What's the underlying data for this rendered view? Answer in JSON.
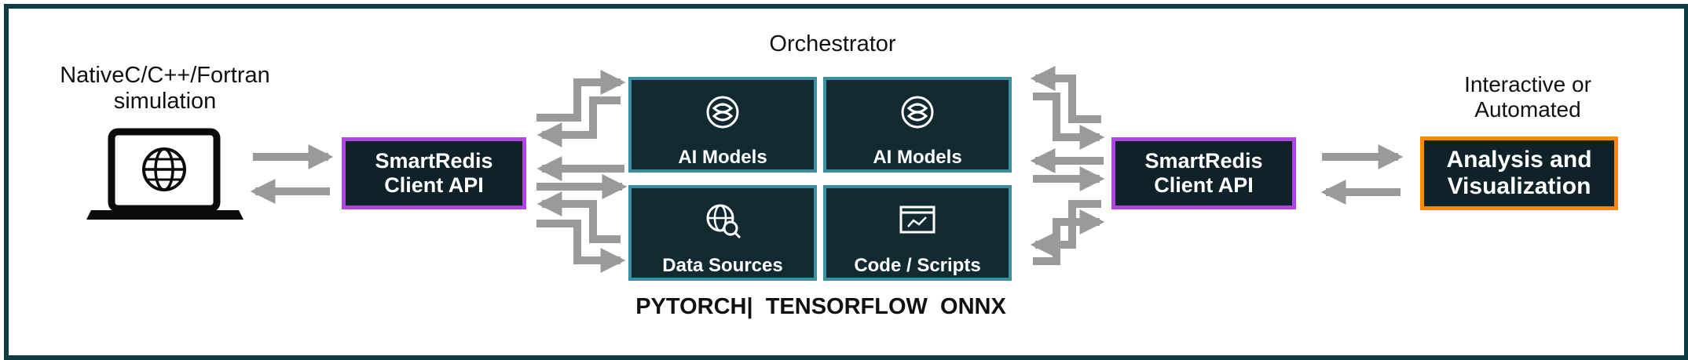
{
  "left": {
    "title_line1": "NativeC/C++/Fortran",
    "title_line2": "simulation",
    "icon": "laptop-globe-icon"
  },
  "left_client": {
    "line1": "SmartRedis",
    "line2": "Client API"
  },
  "orchestrator": {
    "title": "Orchestrator",
    "tiles": [
      {
        "label": "AI Models",
        "icon": "ai-model-icon"
      },
      {
        "label": "AI Models",
        "icon": "ai-model-icon"
      },
      {
        "label": "Data Sources",
        "icon": "data-sources-icon"
      },
      {
        "label": "Code / Scripts",
        "icon": "code-window-icon"
      }
    ],
    "frameworks": "PYTORCH|  TENSORFLOW  ONNX"
  },
  "right_client": {
    "line1": "SmartRedis",
    "line2": "Client API"
  },
  "right": {
    "title_line1": "Interactive or",
    "title_line2": "Automated",
    "box_line1": "Analysis and",
    "box_line2": "Visualization"
  },
  "colors": {
    "frame": "#0d3a44",
    "box_fill": "#0f2229",
    "client_border": "#b243e6",
    "analysis_border": "#ff8a00",
    "tile_border": "#3a8fa0",
    "arrow": "#9a9a9a"
  }
}
